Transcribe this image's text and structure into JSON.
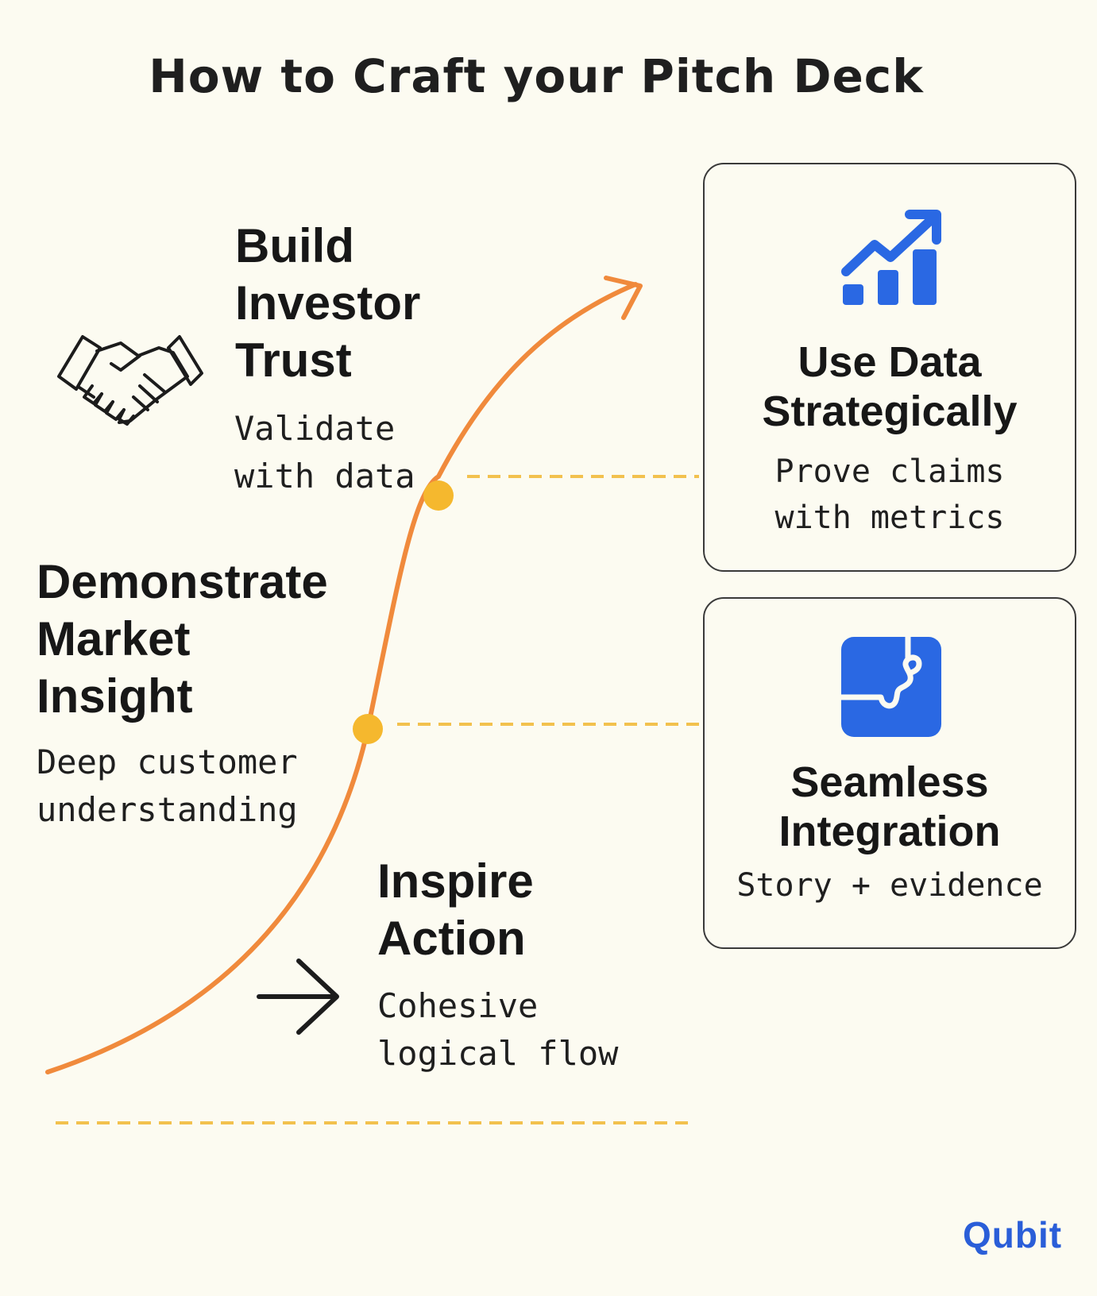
{
  "title": "How to Craft your Pitch Deck",
  "steps": {
    "trust": {
      "heading": [
        "Build",
        "Investor",
        "Trust"
      ],
      "sub": [
        "Validate",
        "with data"
      ],
      "icon": "handshake-icon"
    },
    "insight": {
      "heading": [
        "Demonstrate",
        "Market",
        "Insight"
      ],
      "sub": [
        "Deep customer",
        "understanding"
      ]
    },
    "action": {
      "heading": [
        "Inspire",
        "Action"
      ],
      "sub": [
        "Cohesive",
        "logical flow"
      ],
      "icon": "arrow-right-icon"
    }
  },
  "cards": {
    "data": {
      "title": [
        "Use Data",
        "Strategically"
      ],
      "sub": [
        "Prove claims",
        "with metrics"
      ],
      "icon": "bar-chart-trend-icon"
    },
    "integration": {
      "title": [
        "Seamless",
        "Integration"
      ],
      "sub": [
        "Story + evidence"
      ],
      "icon": "puzzle-piece-icon"
    }
  },
  "logo": "Qubit",
  "colors": {
    "background": "#fcfbf1",
    "curve": "#f08a3c",
    "dot": "#f5b82e",
    "dash": "#f2c14e",
    "icon_blue": "#2a68e3",
    "logo_blue": "#2a5ed8"
  }
}
